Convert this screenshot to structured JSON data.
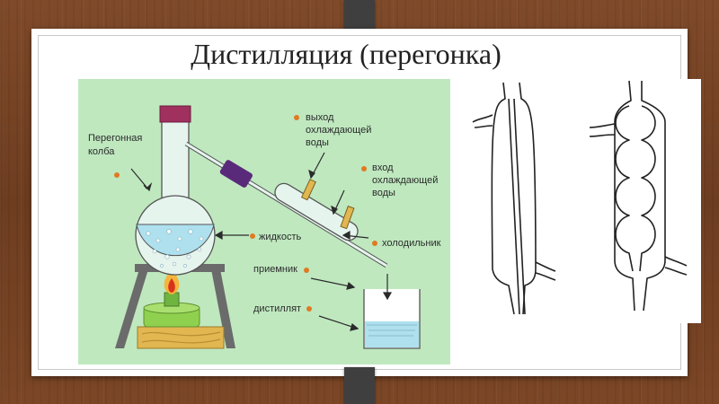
{
  "slide": {
    "title": "Дистилляция (перегонка)"
  },
  "labels": {
    "flask": [
      "Перегонная",
      "колба"
    ],
    "water_out": [
      "выход",
      "охлаждающей",
      "воды"
    ],
    "water_in": [
      "вход",
      "охлаждающей",
      "воды"
    ],
    "liquid": "жидкость",
    "condenser": "холодильник",
    "receiver": "приемник",
    "distillate": "дистиллят"
  },
  "colors": {
    "panel_bg": "#bfe8bf",
    "liquid": "#aee0ee",
    "stopper": "#a0305e",
    "joint": "#5a2a7a",
    "stand": "#6b6b6b",
    "burner": "#8fd14f",
    "block": "#e2b650",
    "marker_dot": "#e07a22"
  },
  "icons": {
    "flame": "flame-icon",
    "bubbles": "bubble-icon"
  }
}
